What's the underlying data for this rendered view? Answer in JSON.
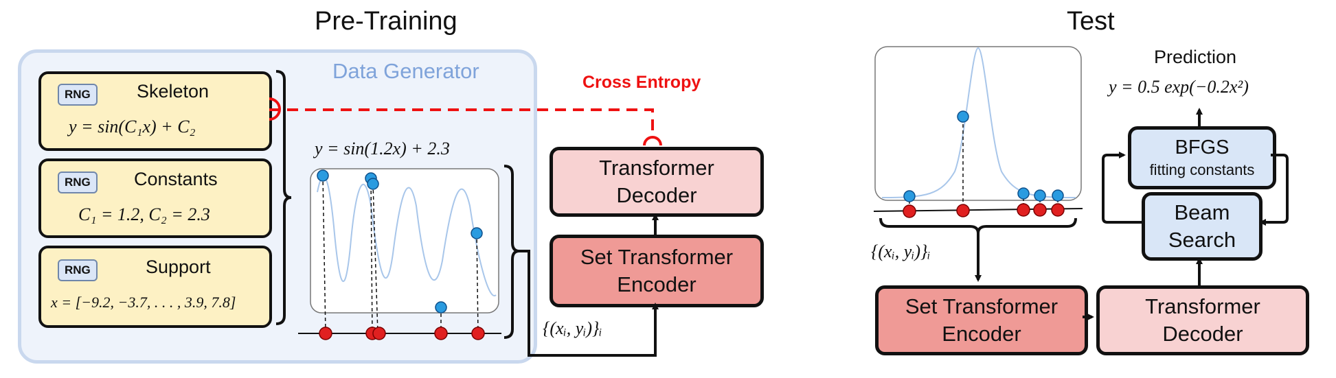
{
  "pretraining": {
    "title": "Pre-Training",
    "data_generator_label": "Data Generator",
    "rng_label": "RNG",
    "skeleton": {
      "label": "Skeleton",
      "formula": "y = sin(C₁x) + C₂"
    },
    "constants": {
      "label": "Constants",
      "formula": "C₁ = 1.2, C₂ = 2.3"
    },
    "support": {
      "label": "Support",
      "formula": "x = [−9.2, −3.7, . . . , 3.9, 7.8]"
    },
    "plot_formula": "y = sin(1.2x) + 2.3",
    "pairs_label": "{(xᵢ, yᵢ)}ᵢ",
    "cross_entropy_label": "Cross Entropy",
    "decoder_label": "Transformer Decoder",
    "encoder_label": "Set Transformer Encoder"
  },
  "test": {
    "title": "Test",
    "prediction_title": "Prediction",
    "prediction_formula": "y = 0.5 exp(−0.2x²)",
    "bfgs_label": "BFGS",
    "bfgs_sublabel": "fitting constants",
    "beam_label": "Beam Search",
    "encoder_label": "Set Transformer Encoder",
    "decoder_label": "Transformer Decoder",
    "pairs_label": "{(xᵢ, yᵢ)}ᵢ"
  },
  "colors": {
    "decoder": "#f8d2d2",
    "encoder": "#ef9a96",
    "generator_box": "#fdf1c4",
    "bfgs_beam": "#d9e6f7",
    "cross_entropy": "#ee1111",
    "x_point": "#e02020",
    "y_point": "#2a9be0"
  }
}
